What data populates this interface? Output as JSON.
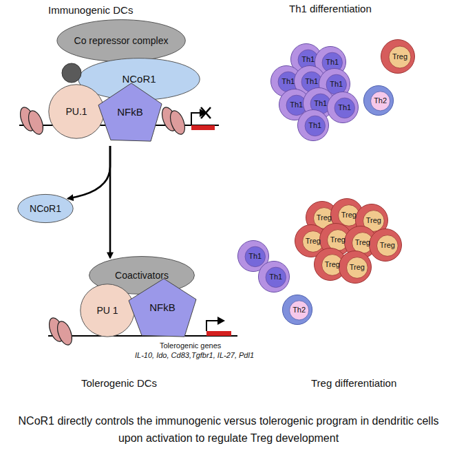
{
  "diagram": {
    "caption": "NCoR1 directly controls the immunogenic versus tolerogenic program in dendritic cells upon activation to regulate Treg development",
    "nodes": [
      {
        "text": [
          "Co repressor complex"
        ]
      },
      {
        "text": [
          "NCoR1"
        ]
      },
      {
        "text": [
          "PU.1"
        ]
      },
      {
        "text": [
          "NFkB"
        ]
      },
      {
        "text": [
          "Th1"
        ]
      },
      {
        "text": [
          "Th1"
        ]
      },
      {
        "text": [
          "Th1"
        ]
      },
      {
        "text": [
          "Th1"
        ]
      },
      {
        "text": [
          "Th1"
        ]
      },
      {
        "text": [
          "Th1"
        ]
      },
      {
        "text": [
          "Th1"
        ]
      },
      {
        "text": [
          "Th1"
        ]
      },
      {
        "text": [
          "Th1"
        ]
      },
      {
        "text": [
          "Treg"
        ]
      },
      {
        "text": [
          "Th2"
        ]
      },
      {
        "text": [
          "NCoR1"
        ]
      },
      {
        "text": [
          "Coactivators"
        ]
      },
      {
        "text": [
          "PU 1"
        ]
      },
      {
        "text": [
          "NFkB"
        ]
      },
      {
        "text": [
          "Th1"
        ]
      },
      {
        "text": [
          "Th1"
        ]
      },
      {
        "text": [
          "Treg"
        ]
      },
      {
        "text": [
          "Treg"
        ]
      },
      {
        "text": [
          "Treg"
        ]
      },
      {
        "text": [
          "Treg"
        ]
      },
      {
        "text": [
          "Treg"
        ]
      },
      {
        "text": [
          "Treg"
        ]
      },
      {
        "text": [
          "Treg"
        ]
      },
      {
        "text": [
          "Treg"
        ]
      },
      {
        "text": [
          "Treg"
        ]
      },
      {
        "text": [
          "Th2"
        ]
      }
    ],
    "edges": [
      {
        "from": 3,
        "to": 16,
        "arrow": "to"
      },
      {
        "from": 3,
        "to": 15,
        "arrow": "to"
      }
    ],
    "labels": [
      "Immunogenic DCs",
      "Th1 differentiation",
      "Tolerogenic genes",
      "IL-10, Ido, Cd83,Tgfbr1, IL-27, Pdl1",
      "Tolerogenic DCs",
      "Treg differentiation"
    ]
  }
}
